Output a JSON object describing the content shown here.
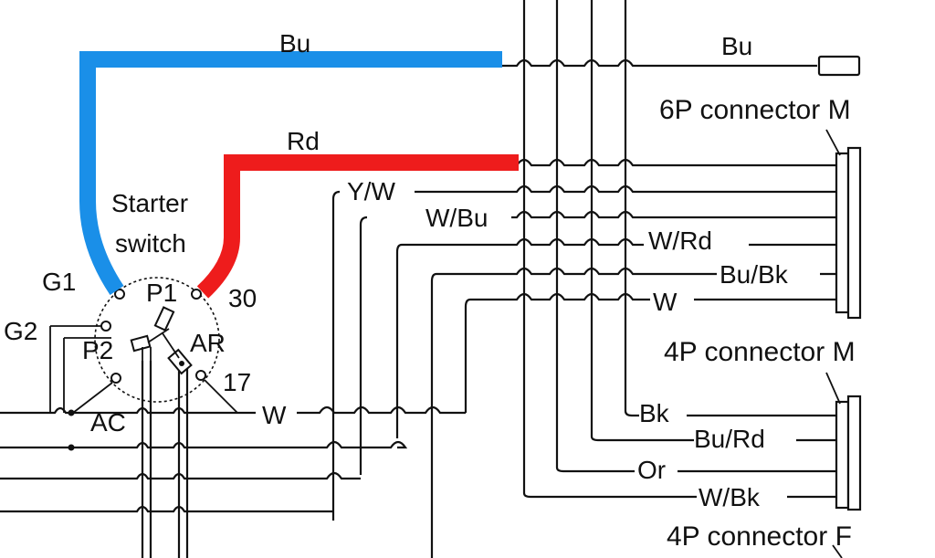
{
  "colors": {
    "wire_blue": "#1a8fe8",
    "wire_red": "#ee1c1c",
    "ink": "#111111",
    "background": "#ffffff"
  },
  "wire_labels": {
    "bu_top": "Bu",
    "bu_right": "Bu",
    "rd": "Rd",
    "yw": "Y/W",
    "wbu": "W/Bu",
    "wrd": "W/Rd",
    "bubk": "Bu/Bk",
    "w_right": "W",
    "w_bottom": "W",
    "bk": "Bk",
    "burd": "Bu/Rd",
    "or": "Or",
    "wbk": "W/Bk"
  },
  "switch": {
    "title_line1": "Starter",
    "title_line2": "switch",
    "terminals": {
      "g1": "G1",
      "g2": "G2",
      "p1": "P1",
      "p2": "P2",
      "t30": "30",
      "ar": "AR",
      "t17": "17",
      "ac": "AC"
    }
  },
  "connectors": {
    "six_p_m": "6P connector M",
    "four_p_m": "4P connector M",
    "four_p_f": "4P connector F"
  }
}
